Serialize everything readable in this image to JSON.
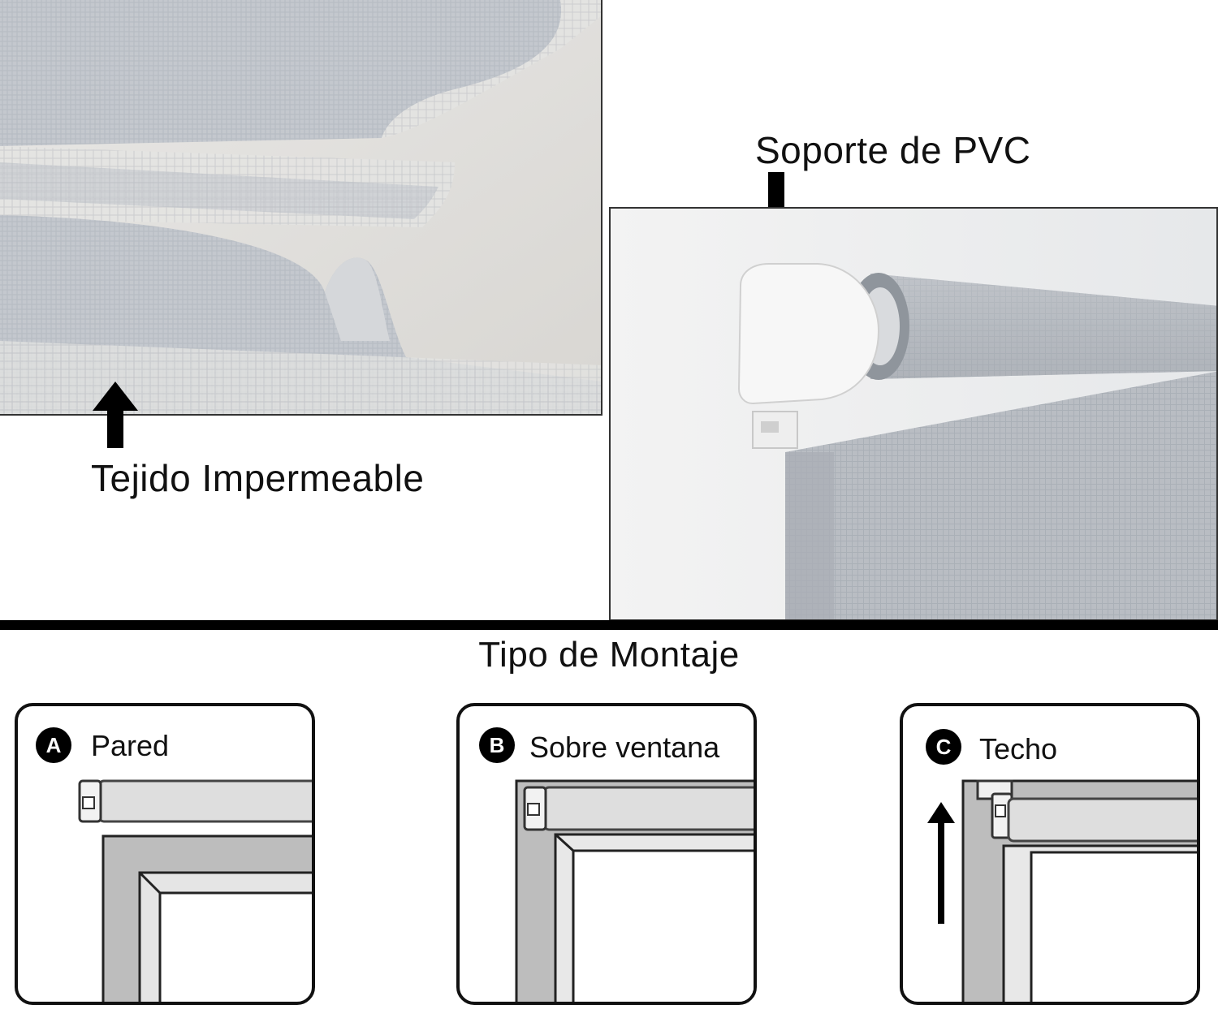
{
  "labels": {
    "fabric": "Tejido Impermeable",
    "bracket": "Soporte de PVC",
    "mounting_title": "Tipo de Montaje"
  },
  "mounting_types": [
    {
      "letter": "A",
      "label": "Pared"
    },
    {
      "letter": "B",
      "label": "Sobre ventana"
    },
    {
      "letter": "C",
      "label": "Techo"
    }
  ],
  "colors": {
    "fabric_gray": "#c9cdd3",
    "frame_gray": "#bdbdbd",
    "roller_gray": "#dedede",
    "accent_black": "#000000"
  }
}
